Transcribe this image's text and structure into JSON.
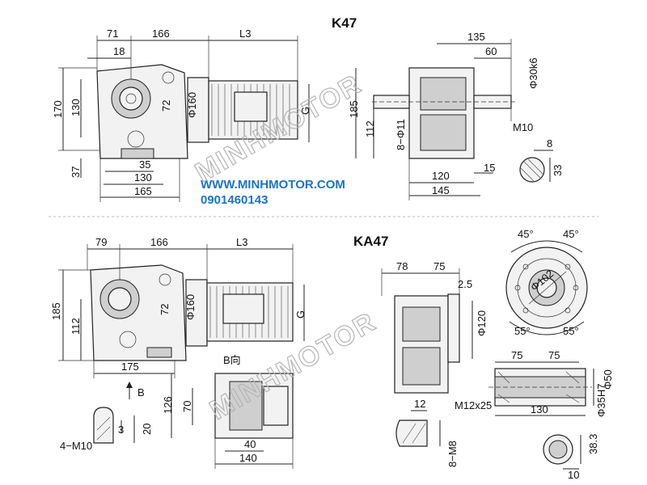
{
  "titles": {
    "top": "K47",
    "bottom": "KA47"
  },
  "watermark": "MINHMOTOR",
  "contact": {
    "website": "WWW.MINHMOTOR.COM",
    "phone": "0901460143"
  },
  "colors": {
    "contact_text": "#1a73c9",
    "line": "#222222",
    "watermark": "#b5b5b5"
  },
  "k47": {
    "front": {
      "d71": "71",
      "d166": "166",
      "dL3": "L3",
      "d18": "18",
      "d170": "170",
      "d130v": "130",
      "d72": "72",
      "d160": "Φ160",
      "dG": "G",
      "d37": "37",
      "d35": "35",
      "d130h": "130",
      "d165": "165"
    },
    "side": {
      "d135": "135",
      "d60": "60",
      "d30k6": "Φ30k6",
      "d185": "185",
      "d112": "112",
      "d11": "8−Φ11",
      "dM10": "M10",
      "d120": "120",
      "d15": "15",
      "d145": "145",
      "d8": "8",
      "d33": "33"
    }
  },
  "ka47": {
    "front": {
      "d79": "79",
      "d166": "166",
      "dL3": "L3",
      "d185": "185",
      "d112": "112",
      "d72": "72",
      "d160": "Φ160",
      "dG": "G",
      "d175": "175",
      "dB": "B"
    },
    "view_b": {
      "label": "B向",
      "d126": "126",
      "d70": "70",
      "d40": "40",
      "d140": "140"
    },
    "detail_left": {
      "dM10": "4−M10",
      "d3": "3",
      "d20": "20"
    },
    "side": {
      "d78": "78",
      "d75": "75",
      "d2_5": "2.5",
      "d120": "Φ120",
      "d12": "12",
      "dM8": "8−M8"
    },
    "flange": {
      "a45l": "45°",
      "a45r": "45°",
      "d102": "Φ102",
      "a55l": "55°",
      "a55r": "55°"
    },
    "shaft": {
      "d75l": "75",
      "d75r": "75",
      "d50": "Φ50",
      "d35h7": "Φ35H7",
      "dM12": "M12x25",
      "d130": "130",
      "d38_3": "38.3",
      "d10": "10"
    }
  }
}
